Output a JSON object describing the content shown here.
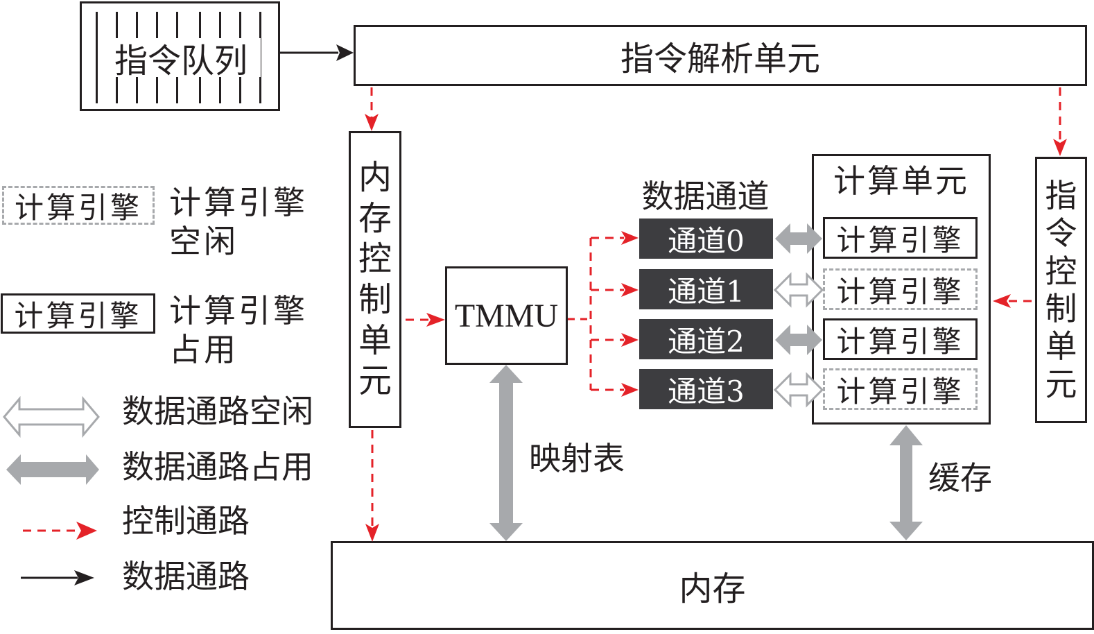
{
  "colors": {
    "line": "#231f20",
    "control_red": "#e42228",
    "data_gray": "#a7a9ac",
    "channel_bg": "#3d3d40"
  },
  "blocks": {
    "instruction_queue": "指令队列",
    "instruction_parse_unit": "指令解析单元",
    "memory_control_unit": [
      "内",
      "存",
      "控",
      "制",
      "单",
      "元"
    ],
    "tmmu": "TMMU",
    "data_channel_title": "数据通道",
    "channels": [
      {
        "label": "通道0",
        "link_state": "busy"
      },
      {
        "label": "通道1",
        "link_state": "idle"
      },
      {
        "label": "通道2",
        "link_state": "busy"
      },
      {
        "label": "通道3",
        "link_state": "idle"
      }
    ],
    "compute_unit_title": "计算单元",
    "engines": [
      {
        "label": "计算引擎",
        "state": "busy"
      },
      {
        "label": "计算引擎",
        "state": "idle"
      },
      {
        "label": "计算引擎",
        "state": "busy"
      },
      {
        "label": "计算引擎",
        "state": "idle"
      }
    ],
    "instruction_control_unit": [
      "指",
      "令",
      "控",
      "制",
      "单",
      "元"
    ],
    "mapping_table": "映射表",
    "cache": "缓存",
    "memory": "内存"
  },
  "legend": {
    "engine_idle_box": "计算引擎",
    "engine_idle_desc": [
      "计算引擎",
      "空闲"
    ],
    "engine_busy_box": "计算引擎",
    "engine_busy_desc": [
      "计算引擎",
      "占用"
    ],
    "data_path_idle": "数据通路空闲",
    "data_path_busy": "数据通路占用",
    "control_path": "控制通路",
    "data_path": "数据通路"
  }
}
